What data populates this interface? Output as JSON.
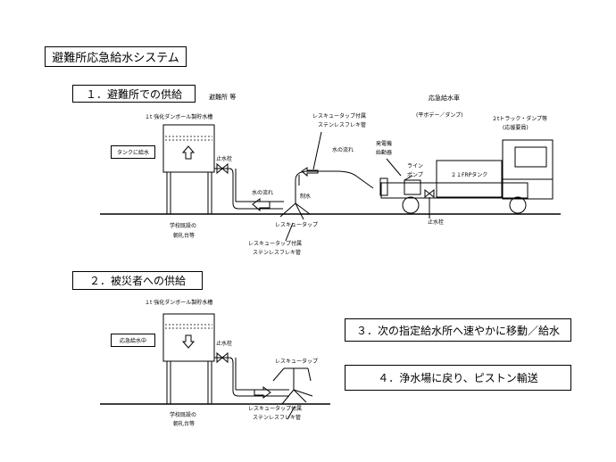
{
  "title": "避難所応急給水システム",
  "section1": {
    "heading": "１．避難所での供給",
    "shelter_label": "避難所 等",
    "tank_name": "１t 強化ダンボール製貯水槽",
    "tank_fill_label": "タンクに給水",
    "faucet_label": "止水栓",
    "flow_label_left": "水の流れ",
    "flow_label_top": "水の流れ",
    "stand_label_1": "学校既設の",
    "stand_label_2": "朝礼台等",
    "valve_label": "制水",
    "rescue_tap_label": "レスキュータップ",
    "hose_label_1": "レスキュータップ付属",
    "hose_label_2": "ステンレスフレキ管",
    "hose_top_label_1": "レスキュータップ付属",
    "hose_top_label_2": "ステンレスフレキ管",
    "truck_header": "応急給水車",
    "truck_sub": "(平ボデー／ダンプ)",
    "truck_name": "２tトラック・ダンプ等",
    "truck_note": "(応援要員)",
    "generator_label_1": "発電機",
    "generator_label_2": "始動器",
    "line_pump_1": "ライン",
    "line_pump_2": "ポンプ",
    "frp_tank_label": "２１FRPタンク",
    "truck_faucet_label": "止水栓"
  },
  "section2": {
    "heading": "２．被災者への供給",
    "tank_name": "１t 強化ダンボール製貯水槽",
    "supplying_label": "応急給水中",
    "faucet_label": "止水栓",
    "stand_label_1": "学校既設の",
    "stand_label_2": "朝礼台等",
    "rescue_tap_label": "レスキュータップ",
    "hose_label_1": "レスキュータップ付属",
    "hose_label_2": "ステンレスフレキ管"
  },
  "step3": "３．次の指定給水所へ速やかに移動／給水",
  "step4": "４．浄水場に戻り、ピストン輸送"
}
